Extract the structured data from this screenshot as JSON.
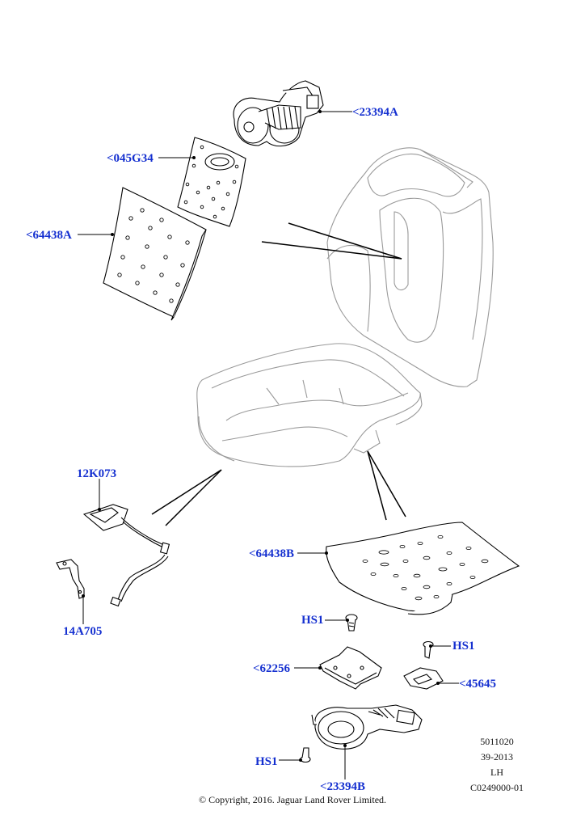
{
  "callouts": {
    "c23394A": "<23394A",
    "c045G34": "<045G34",
    "c64438A": "<64438A",
    "c12K073": "12K073",
    "c14A705": "14A705",
    "c64438B": "<64438B",
    "hs1_top": "HS1",
    "hs1_right": "HS1",
    "c62256": "<62256",
    "c45645": "<45645",
    "hs1_bottom": "HS1",
    "c23394B": "<23394B"
  },
  "meta": {
    "line1": "5011020",
    "line2": "39-2013",
    "line3": "LH",
    "line4": "C0249000-01"
  },
  "copyright": "© Copyright, 2016. Jaguar Land Rover Limited.",
  "colors": {
    "callout": "#1530d0",
    "line": "#000000",
    "seat_outline": "#9a9a9a"
  }
}
